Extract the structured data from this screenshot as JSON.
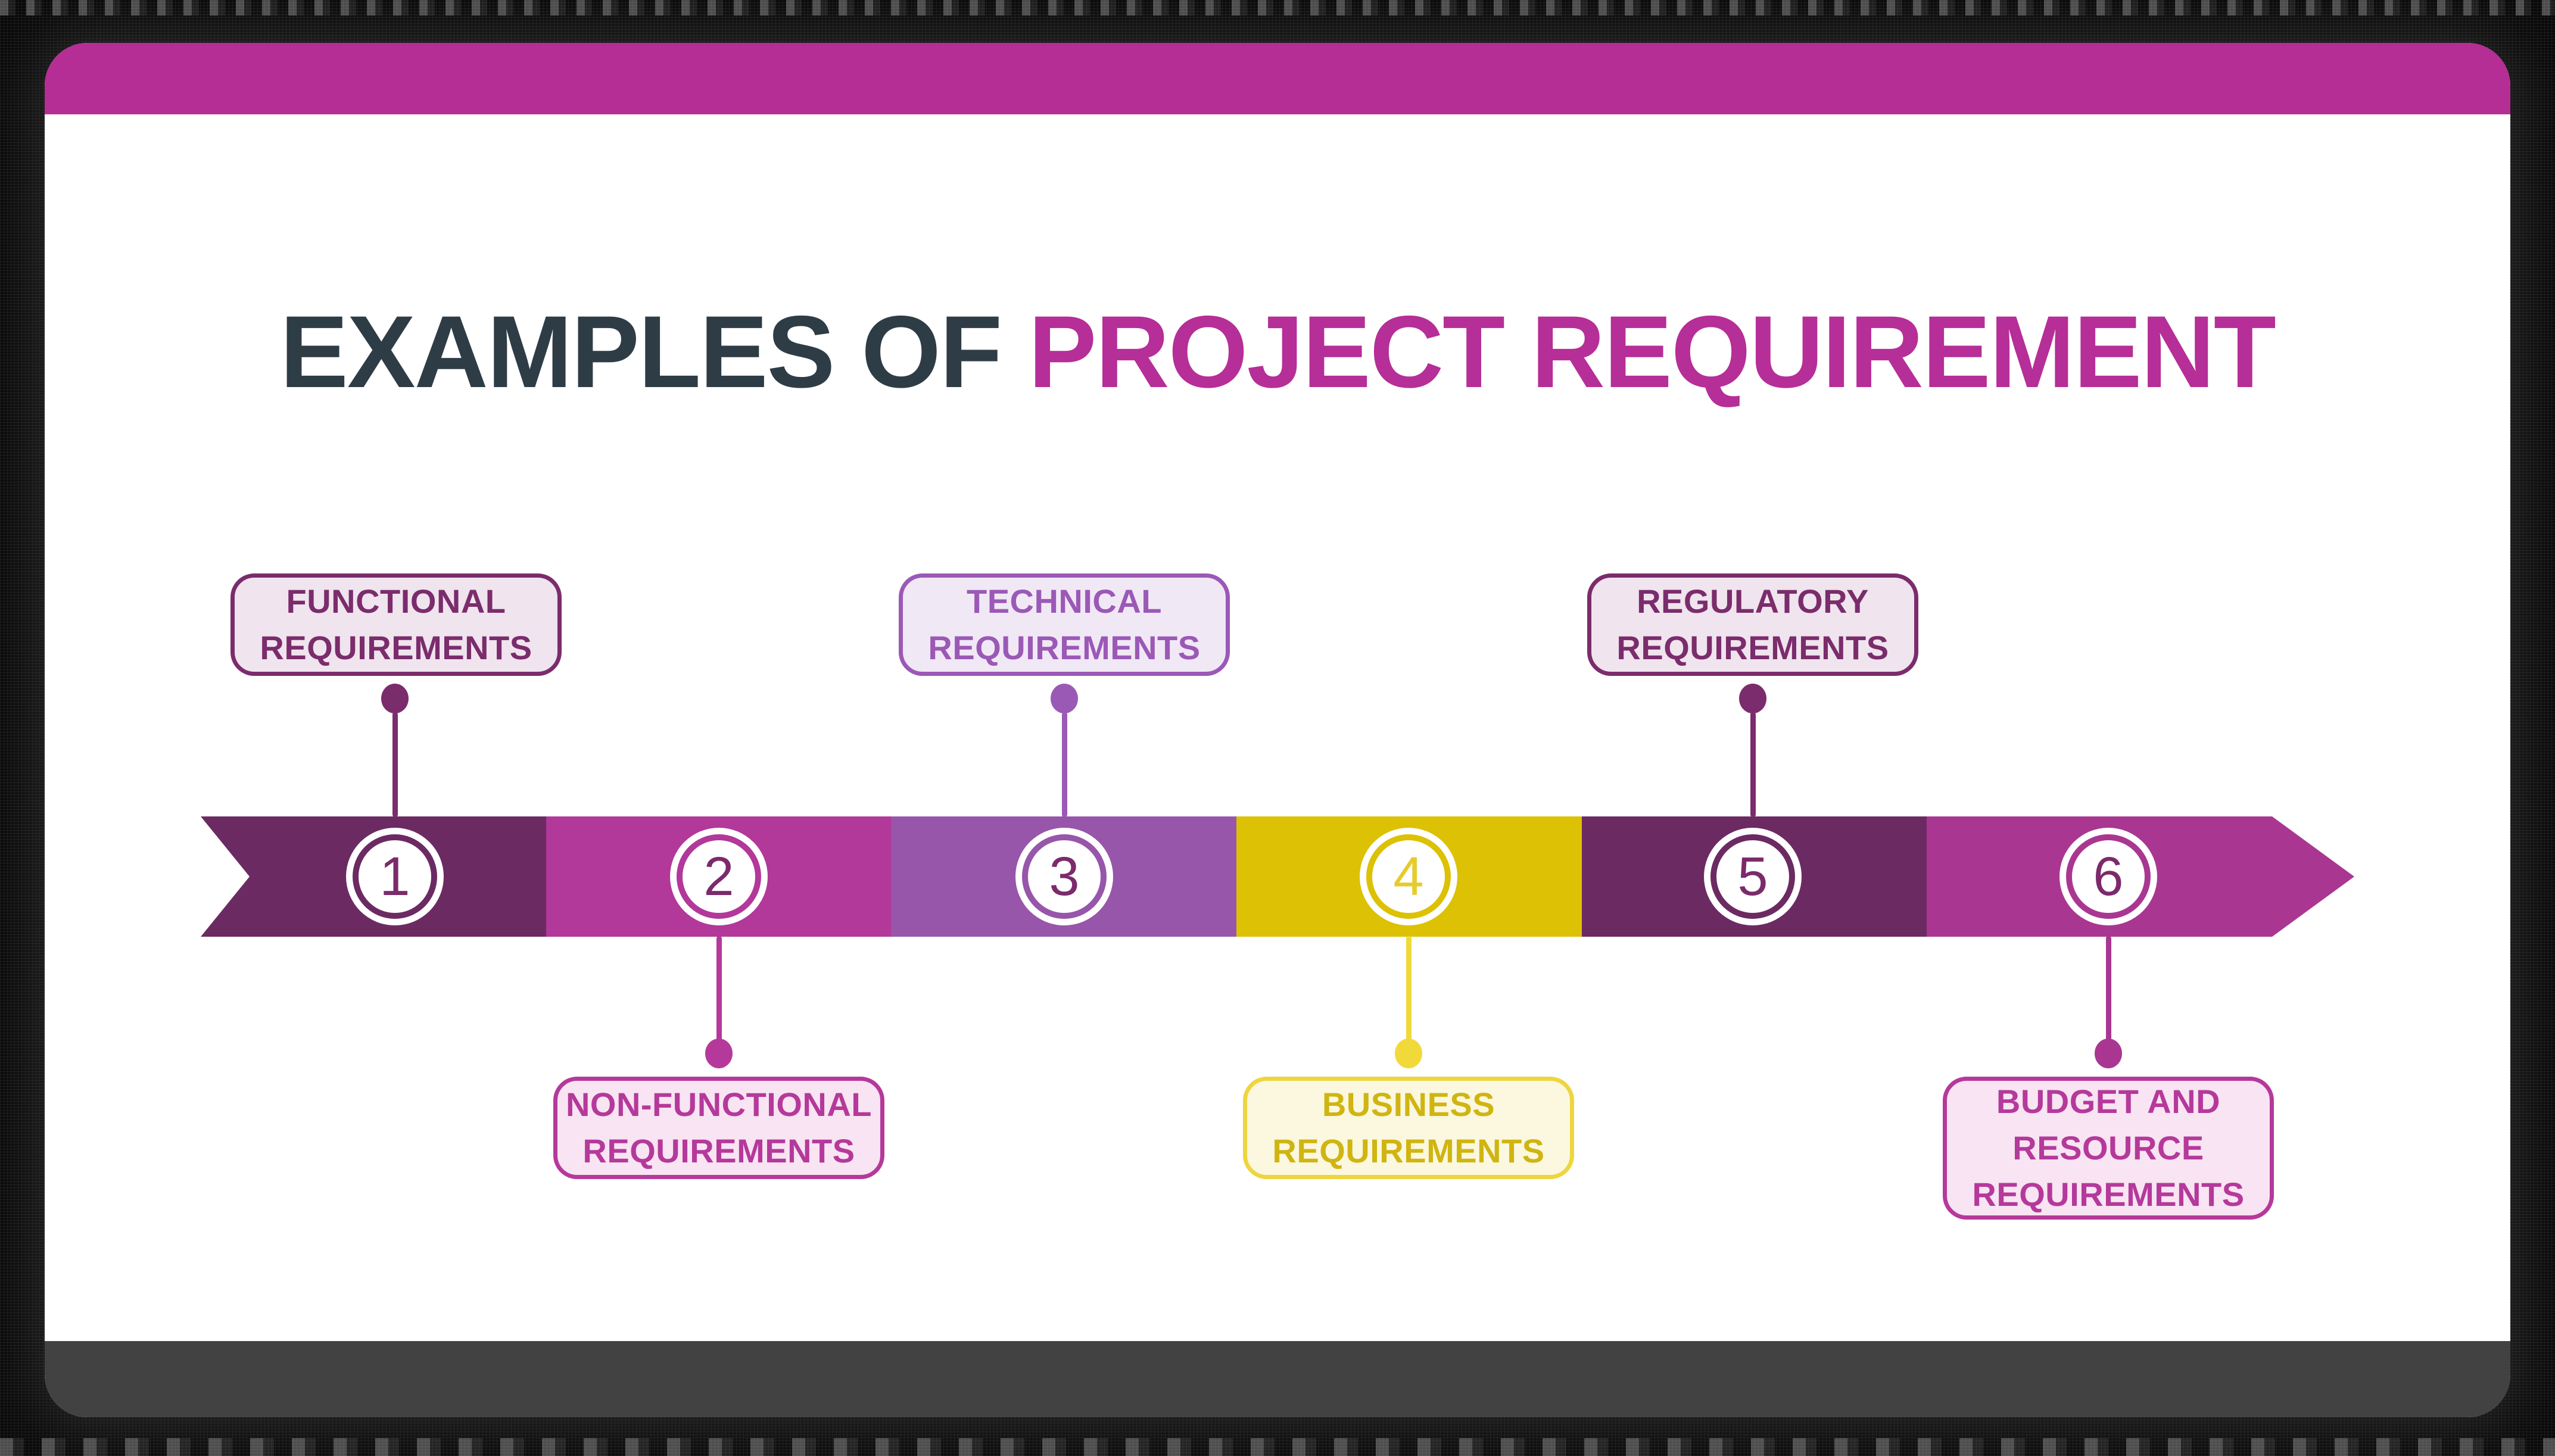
{
  "palette": {
    "frame": "#0a0a0a",
    "slide_bg": "#ffffff",
    "top_bar": "#b42e95",
    "bottom_bar": "#424242",
    "title_dark": "#2e3c46",
    "title_accent": "#b62e97",
    "seg1": "#6c2a62",
    "seg2": "#b2389a",
    "seg3": "#9756a9",
    "seg4": "#dcc104",
    "seg5": "#6c2a62",
    "seg6": "#a93791",
    "num_dark": "#7b2b6b",
    "num_yellow": "#e6cb2e",
    "acc1": "#7b2c6c",
    "fill1": "#f0e4ee",
    "acc2": "#b5399b",
    "fill2": "#f8e4f2",
    "acc3": "#9b59b6",
    "fill3": "#f1e8f6",
    "acc4_border": "#efd53e",
    "acc4_text": "#d0b512",
    "acc4_dot": "#f2d93a",
    "fill4": "#fbf8df"
  },
  "title": {
    "prefix": "EXAMPLES OF",
    "highlight": "PROJECT REQUIREMENT"
  },
  "timeline": {
    "items": [
      {
        "number": "1",
        "side": "top",
        "l1": "FUNCTIONAL",
        "l2": "REQUIREMENTS"
      },
      {
        "number": "2",
        "side": "bottom",
        "l1": "NON-FUNCTIONAL",
        "l2": "REQUIREMENTS"
      },
      {
        "number": "3",
        "side": "top",
        "l1": "TECHNICAL",
        "l2": "REQUIREMENTS"
      },
      {
        "number": "4",
        "side": "bottom",
        "l1": "BUSINESS",
        "l2": "REQUIREMENTS"
      },
      {
        "number": "5",
        "side": "top",
        "l1": "REGULATORY",
        "l2": "REQUIREMENTS"
      },
      {
        "number": "6",
        "side": "bottom",
        "l1": "BUDGET AND",
        "l2": "RESOURCE",
        "l3": "REQUIREMENTS"
      }
    ]
  }
}
